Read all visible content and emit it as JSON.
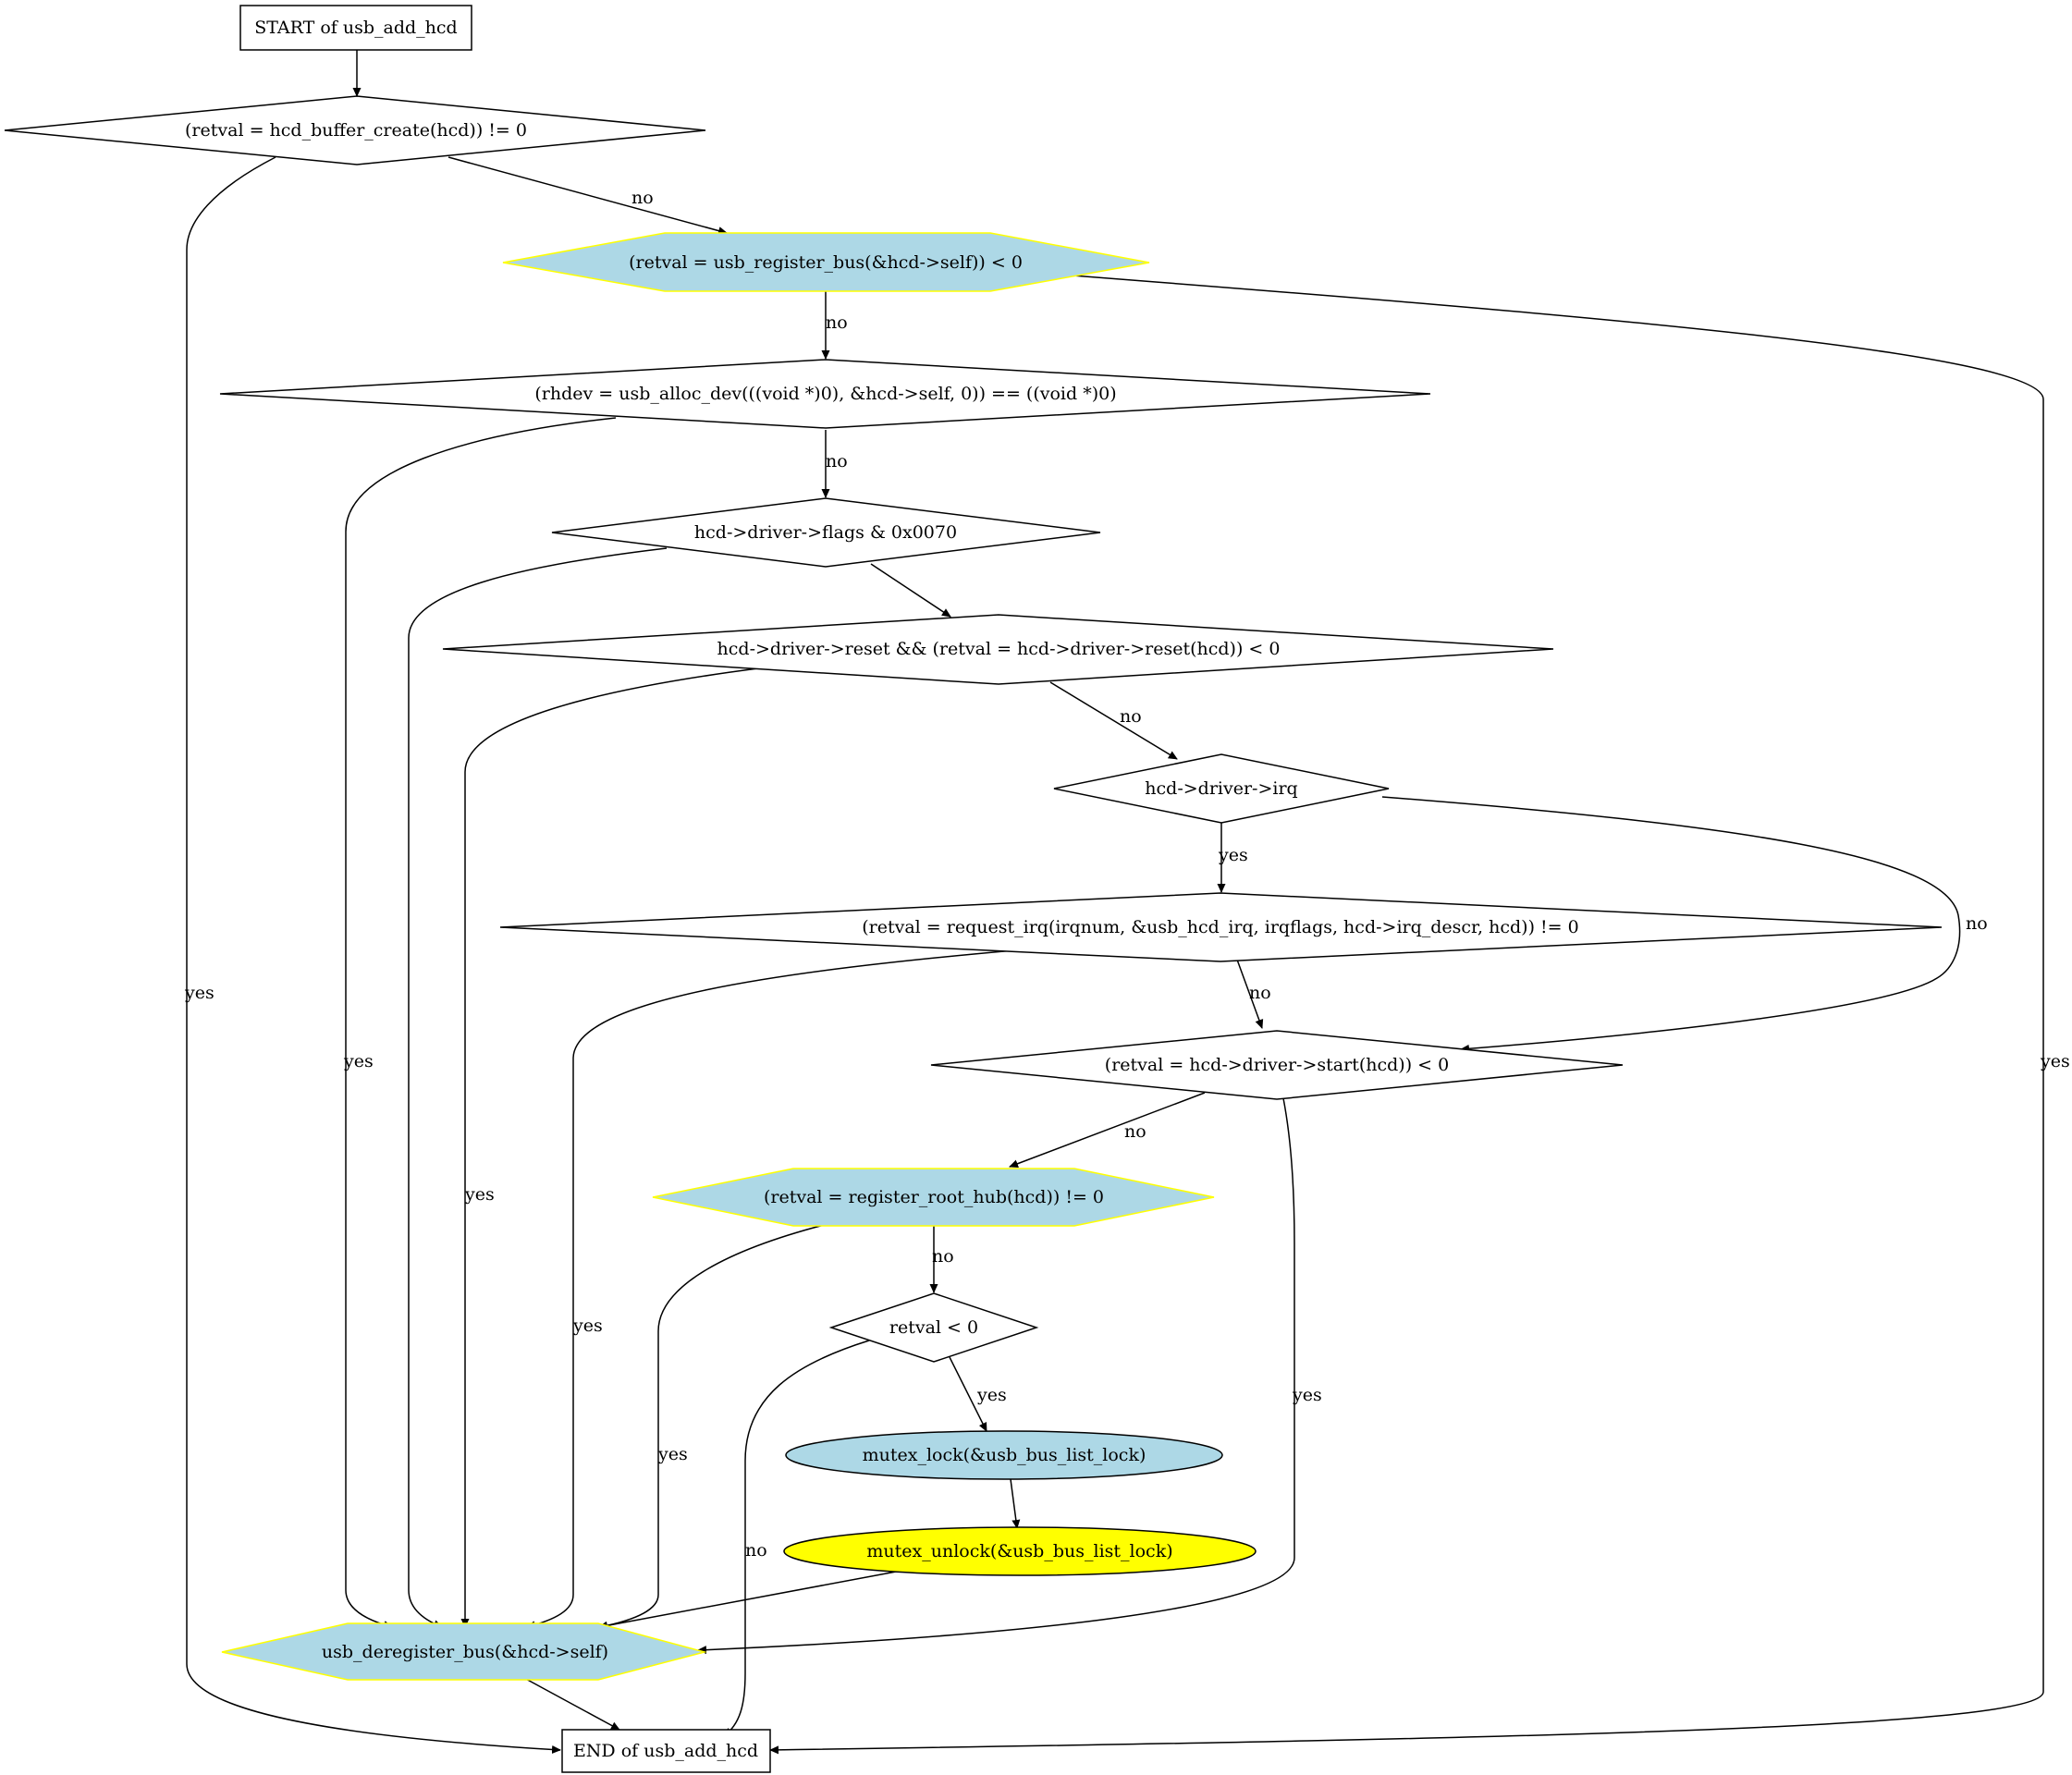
{
  "colors": {
    "stroke": "#000000",
    "hex_fill": "#add8e6",
    "hex_stroke": "#ffff00",
    "ellipse_blue": "#add8e6",
    "ellipse_yellow": "#ffff00",
    "background": "#ffffff"
  },
  "nodes": {
    "start": "START of usb_add_hcd",
    "buffer_create": "(retval = hcd_buffer_create(hcd)) != 0",
    "register_bus": "(retval = usb_register_bus(&hcd->self)) < 0",
    "alloc_dev": "(rhdev = usb_alloc_dev(((void *)0), &hcd->self, 0)) == ((void *)0)",
    "flags": "hcd->driver->flags & 0x0070",
    "reset": "hcd->driver->reset && (retval = hcd->driver->reset(hcd)) < 0",
    "irq": "hcd->driver->irq",
    "request_irq": "(retval = request_irq(irqnum, &usb_hcd_irq, irqflags, hcd->irq_descr, hcd)) != 0",
    "start_hcd": "(retval = hcd->driver->start(hcd)) < 0",
    "register_root_hub": "(retval = register_root_hub(hcd)) != 0",
    "retval_lt0": "retval < 0",
    "mutex_lock": "mutex_lock(&usb_bus_list_lock)",
    "mutex_unlock": "mutex_unlock(&usb_bus_list_lock)",
    "deregister": "usb_deregister_bus(&hcd->self)",
    "end": "END of usb_add_hcd"
  },
  "edges": {
    "buffer_yes": "yes",
    "buffer_no": "no",
    "register_bus_no": "no",
    "register_bus_yes": "yes",
    "alloc_no": "no",
    "alloc_yes": "yes",
    "reset_no": "no",
    "reset_yes": "yes",
    "irq_yes": "yes",
    "irq_no": "no",
    "request_irq_no": "no",
    "request_irq_yes": "yes",
    "start_no": "no",
    "start_yes": "yes",
    "root_hub_no": "no",
    "root_hub_yes": "yes",
    "retval_yes": "yes",
    "retval_no": "no"
  }
}
